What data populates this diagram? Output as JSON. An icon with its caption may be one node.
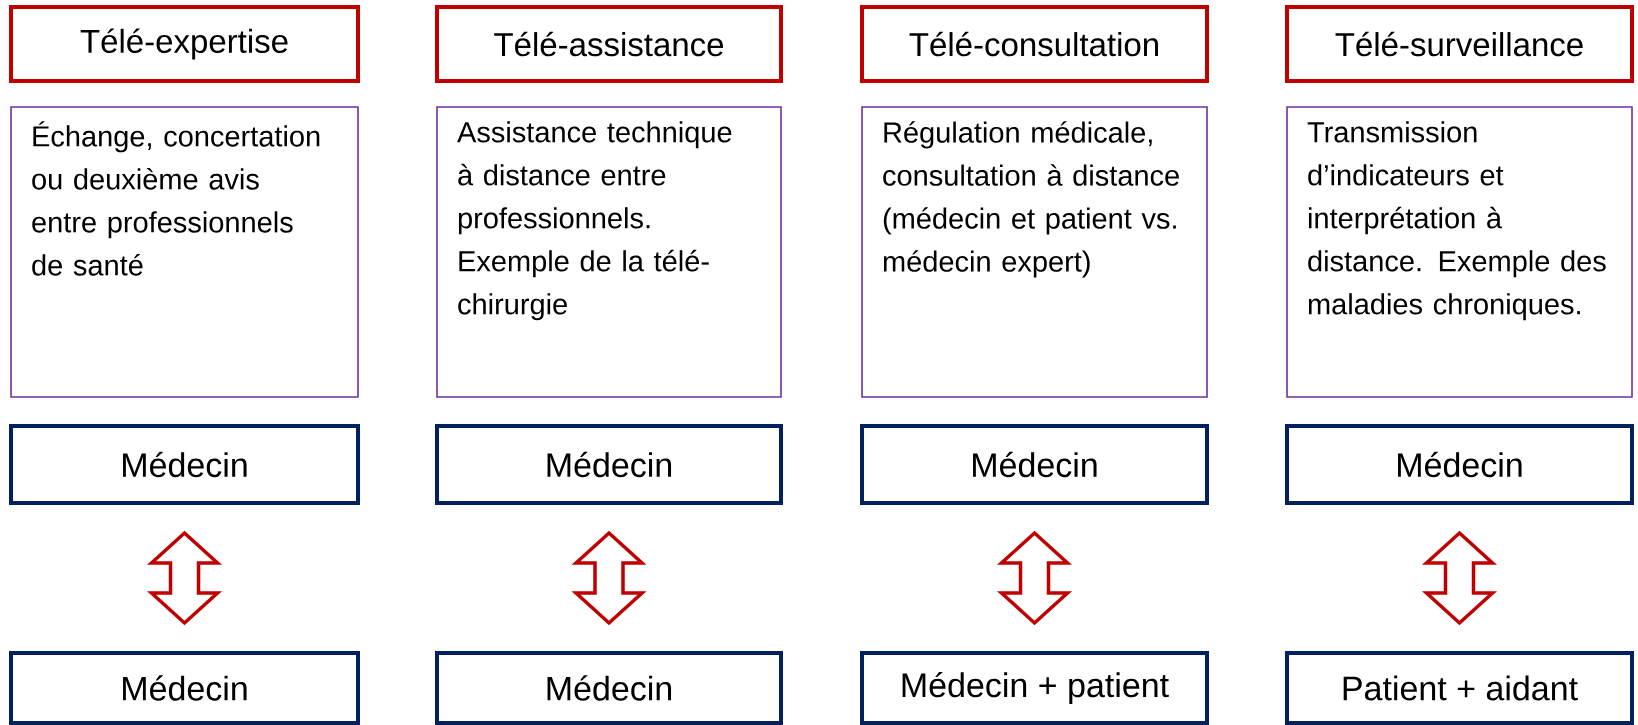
{
  "diagram": {
    "nodes": [
      {
        "text": [
          "Télé-expertise"
        ]
      },
      {
        "text": [
          "Télé-assistance"
        ]
      },
      {
        "text": [
          "Télé-consultation"
        ]
      },
      {
        "text": [
          "Télé-surveillance"
        ]
      },
      {
        "text": [
          "Échange, concertation ou deuxième avis entre professionnels de santé"
        ]
      },
      {
        "text": [
          "Assistance technique à distance entre professionnels. Exemple de la télé-chirurgie"
        ]
      },
      {
        "text": [
          "Régulation médicale, consultation à distance (médecin et patient vs. médecin expert)"
        ]
      },
      {
        "text": [
          "Transmission d’indicateurs et interprétation à distance. Exemple des maladies chroniques."
        ]
      },
      {
        "text": [
          "Médecin"
        ]
      },
      {
        "text": [
          "Médecin"
        ]
      },
      {
        "text": [
          "Médecin"
        ]
      },
      {
        "text": [
          "Médecin"
        ]
      },
      {
        "text": [
          "Médecin"
        ]
      },
      {
        "text": [
          "Médecin"
        ]
      },
      {
        "text": [
          "Médecin + patient"
        ]
      },
      {
        "text": [
          "Patient + aidant"
        ]
      }
    ],
    "edges": [
      {
        "from": 8,
        "to": 12,
        "arrow": "both"
      },
      {
        "from": 9,
        "to": 13,
        "arrow": "both"
      },
      {
        "from": 10,
        "to": 14,
        "arrow": "both"
      },
      {
        "from": 11,
        "to": 15,
        "arrow": "both"
      }
    ]
  }
}
